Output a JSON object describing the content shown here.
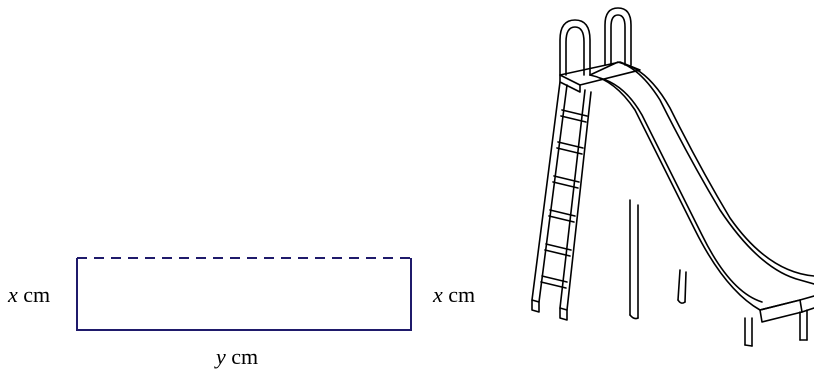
{
  "diagram": {
    "left_side_var": "x",
    "left_side_unit": "cm",
    "right_side_var": "x",
    "right_side_unit": "cm",
    "bottom_side_var": "y",
    "bottom_side_unit": "cm",
    "top_side_style": "dashed",
    "line_color": "#1f1a6b"
  },
  "illustration": {
    "icon": "slide-icon"
  }
}
